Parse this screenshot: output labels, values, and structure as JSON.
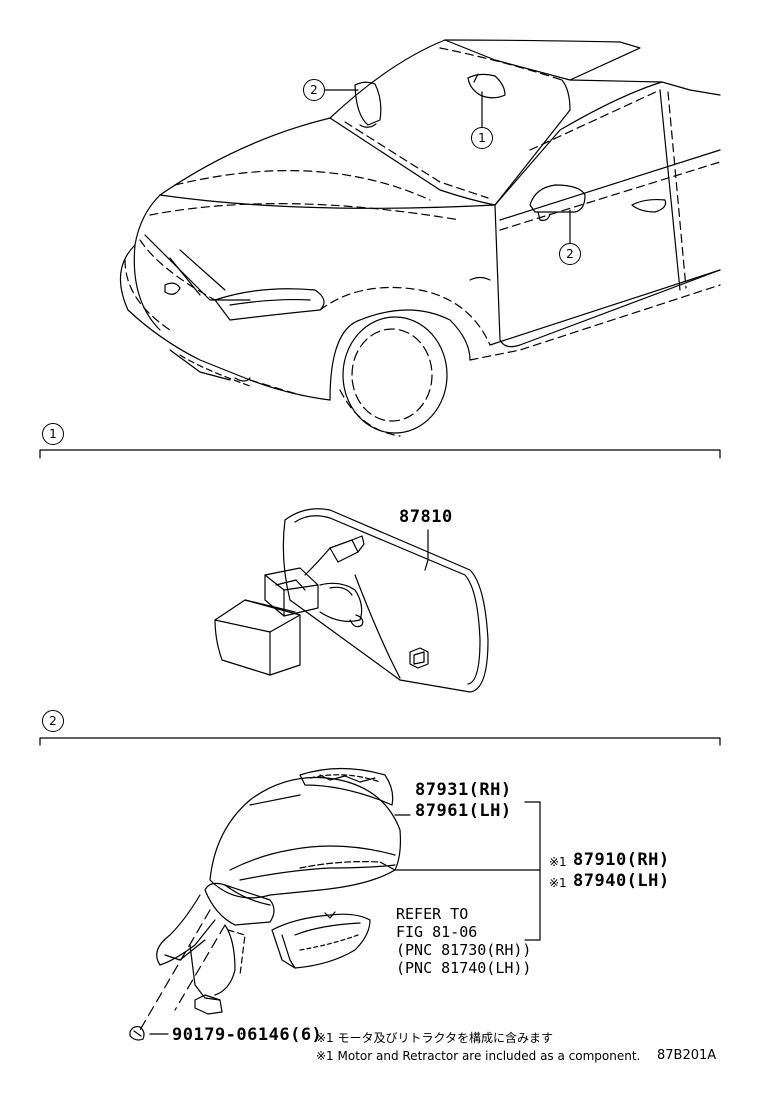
{
  "callouts": {
    "overview_mirror_inside": "1",
    "overview_mirror_outer_top": "2",
    "overview_mirror_outer_door": "2",
    "section_1": "1",
    "section_2": "2"
  },
  "section_1": {
    "part_number": "87810"
  },
  "section_2": {
    "cover_rh": "87931(RH)",
    "cover_lh": "87961(LH)",
    "mirror_rh_mark": "※1",
    "mirror_rh": "87910(RH)",
    "mirror_lh_mark": "※1",
    "mirror_lh": "87940(LH)",
    "refer_line1": "REFER TO",
    "refer_line2": "FIG 81-06",
    "refer_line3": "(PNC 81730(RH))",
    "refer_line4": "(PNC 81740(LH))",
    "screw": "90179-06146(6)"
  },
  "notes": {
    "jp": "※1 モータ及びリトラクタを構成に含みます",
    "en": "※1 Motor and Retractor are included as a component."
  },
  "figure_code": "87B201A"
}
